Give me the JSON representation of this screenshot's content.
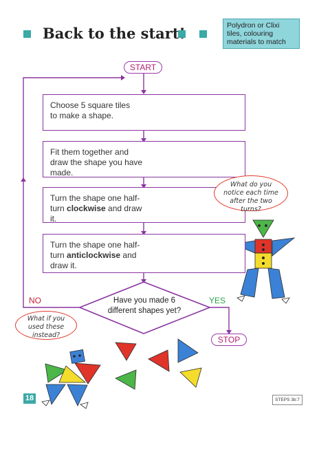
{
  "header": {
    "title": "Back to the start!",
    "materials": "Polydron or Clixi tiles, colouring materials to match"
  },
  "flow": {
    "start": "START",
    "step1": "Choose 5 square tiles to make a shape.",
    "step2": "Fit them together and draw the shape you have made.",
    "step3_a": "Turn the shape one half-turn ",
    "step3_b": "clockwise",
    "step3_c": " and draw it.",
    "step4_a": "Turn the shape one half-turn ",
    "step4_b": "anticlockwise",
    "step4_c": " and draw it.",
    "decision": "Have you made 6 different shapes yet?",
    "no": "NO",
    "yes": "YES",
    "stop": "STOP"
  },
  "bubbles": {
    "notice": "What do you notice each time after the two turns?",
    "instead": "What if you used these instead?"
  },
  "footer": {
    "page_number": "18",
    "steps_code": "STEPS 3b:7"
  },
  "colors": {
    "teal": "#3aa9a7",
    "purple": "#8a35a0",
    "tile_blue": "#3b82d6",
    "tile_red": "#e0342a",
    "tile_green": "#4cb648",
    "tile_yellow": "#f4dc2c"
  }
}
